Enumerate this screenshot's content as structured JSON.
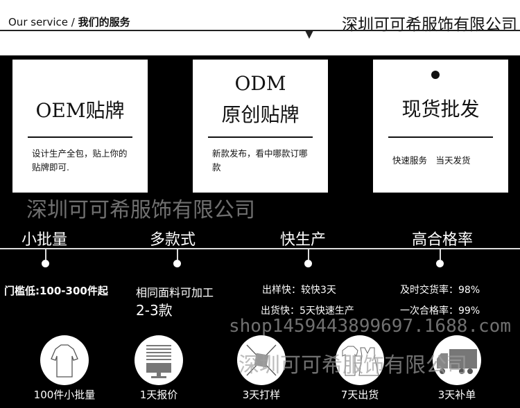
{
  "header": {
    "section_en": "Our service /",
    "section_cn": "我们的服务",
    "company": "深圳可可希服饰有限公司"
  },
  "cards": [
    {
      "title": "OEM贴牌",
      "desc": "设计生产全包，贴上你的贴牌即可."
    },
    {
      "title_top": "ODM",
      "title": "原创贴牌",
      "desc": "新款发布，看中哪款订哪款"
    },
    {
      "title": "现货批发",
      "desc": "快速服务　当天发货"
    }
  ],
  "features": [
    {
      "heading": "小批量",
      "lines": [
        "门槛低:100-300件起"
      ]
    },
    {
      "heading": "多款式",
      "lines": [
        "相同面料可加工",
        "2-3款"
      ]
    },
    {
      "heading": "快生产",
      "lines": [
        "出样快：较快3天",
        "出货快：5天快速生产"
      ]
    },
    {
      "heading": "高合格率",
      "lines": [
        "及时交货率：98%",
        "一次合格率：99%"
      ]
    }
  ],
  "icons": [
    {
      "icon": "polo-shirt-icon",
      "label": "100件小批量"
    },
    {
      "icon": "computer-icon",
      "label": "1天报价"
    },
    {
      "icon": "yarn-knitting-icon",
      "label": "3天打样"
    },
    {
      "icon": "clothes-icon",
      "label": "7天出货"
    },
    {
      "icon": "truck-icon",
      "label": "3天补单"
    }
  ],
  "watermarks": {
    "company": "深圳可可希服饰有限公司",
    "shop": "shop1459443899697.1688.com"
  }
}
